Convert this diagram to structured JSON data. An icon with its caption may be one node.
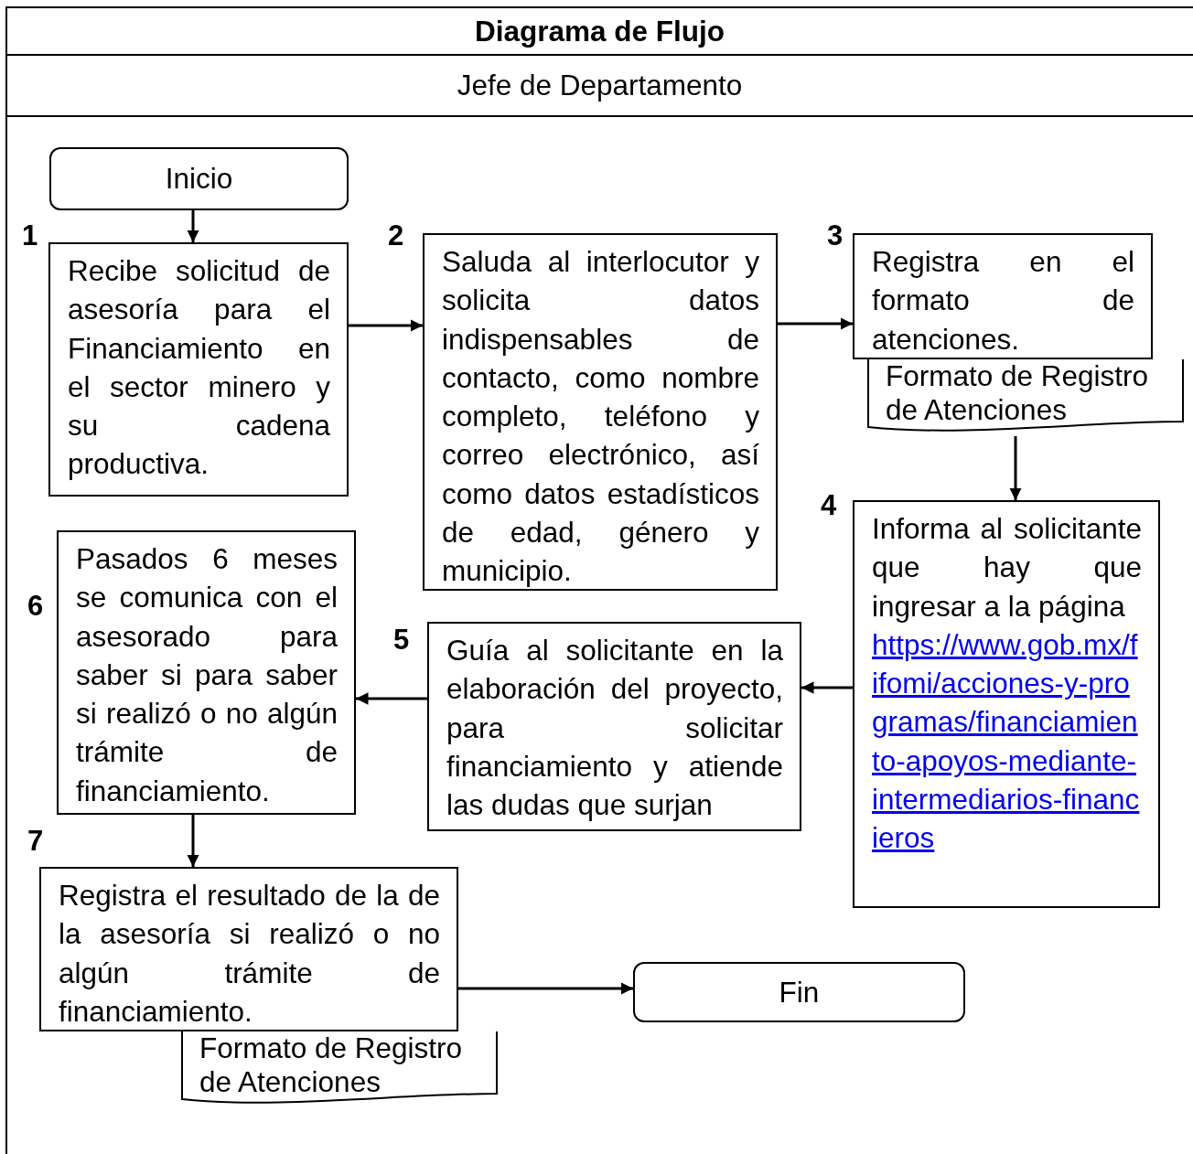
{
  "diagram": {
    "title": "Diagrama de Flujo",
    "nodes": [
      {
        "text": [
          "Inicio"
        ]
      },
      {
        "text": [
          "Recibe solicitud de asesoría para el Financiamiento en el sector minero y su cadena productiva."
        ],
        "beside": [
          "1"
        ]
      },
      {
        "text": [
          "Saluda al interlocutor y solicita datos indispensables de contacto, como nombre completo, teléfono y correo electrónico, así como datos estadísticos de edad, género y municipio."
        ],
        "beside": [
          "2"
        ]
      },
      {
        "text": [
          "Registra en el formato de atenciones."
        ],
        "beside": [
          "3"
        ]
      },
      {
        "text": [
          "Formato de Registro de Atenciones"
        ]
      },
      {
        "text": [
          "Informa al solicitante que hay que ingresar a la página",
          "https://www.gob.mx/fifomi/acciones-y-programas/financiamiento-apoyos-mediante-intermediarios-financieros"
        ],
        "beside": [
          "4"
        ]
      },
      {
        "text": [
          "Guía al solicitante en la elaboración del proyecto, para solicitar financiamiento y atiende las dudas que surjan"
        ],
        "beside": [
          "5"
        ]
      },
      {
        "text": [
          "Pasados 6 meses se comunica con el asesorado para saber si para saber si realizó o no algún trámite de financiamiento."
        ],
        "beside": [
          "6"
        ]
      },
      {
        "text": [
          "Registra el resultado de la de la asesoría si realizó o no algún trámite de financiamiento."
        ],
        "beside": [
          "7"
        ]
      },
      {
        "text": [
          "Formato de Registro de Atenciones"
        ]
      },
      {
        "text": [
          "Fin"
        ]
      }
    ],
    "edges": [
      {
        "from": 0,
        "to": 1,
        "arrow": "to"
      },
      {
        "from": 1,
        "to": 2,
        "arrow": "to"
      },
      {
        "from": 2,
        "to": 3,
        "arrow": "to"
      },
      {
        "from": 4,
        "to": 5,
        "arrow": "to"
      },
      {
        "from": 5,
        "to": 6,
        "arrow": "to"
      },
      {
        "from": 6,
        "to": 7,
        "arrow": "to"
      },
      {
        "from": 7,
        "to": 8,
        "arrow": "to"
      },
      {
        "from": 8,
        "to": 10,
        "arrow": "to"
      }
    ],
    "labels": [
      "Jefe de Departamento"
    ]
  }
}
